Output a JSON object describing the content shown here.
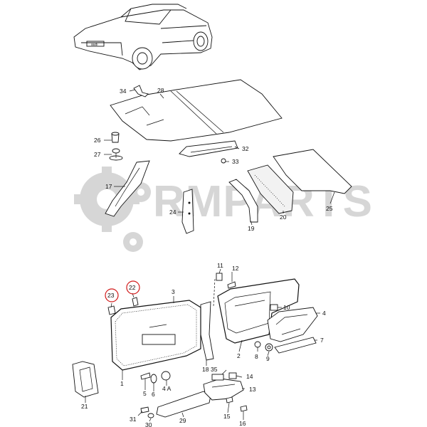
{
  "watermark": {
    "text": "RMPARTS",
    "color": "#d6d6d6"
  },
  "car_badge": "audi",
  "highlight_color": "#d21a1a",
  "callouts": {
    "c1": "1",
    "c2": "2",
    "c3": "3",
    "c4": "4",
    "c4a": "4 A",
    "c5": "5",
    "c6": "6",
    "c7": "7",
    "c8": "8",
    "c9": "9",
    "c10": "10",
    "c11": "11",
    "c12": "12",
    "c13": "13",
    "c14": "14",
    "c15": "15",
    "c16": "16",
    "c17": "17",
    "c18": "18",
    "c19": "19",
    "c20": "20",
    "c21": "21",
    "c22": "22",
    "c23": "23",
    "c24": "24",
    "c25": "25",
    "c26": "26",
    "c27": "27",
    "c28": "28",
    "c29": "29",
    "c30": "30",
    "c31": "31",
    "c32": "32",
    "c33": "33",
    "c34": "34",
    "c35": "35"
  }
}
